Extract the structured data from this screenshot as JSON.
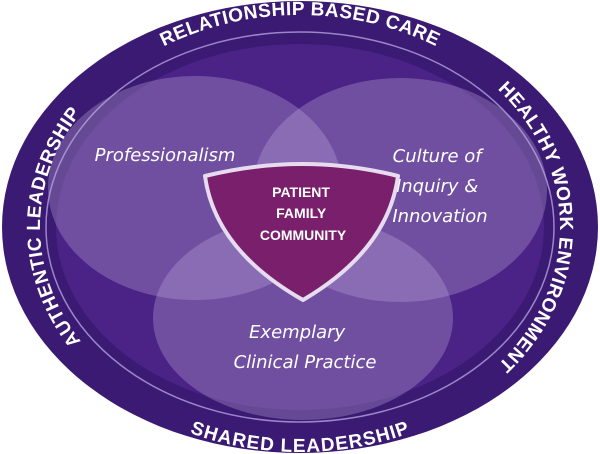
{
  "colors": {
    "outer_oval": "#3a1a72",
    "inner_oval": "#4b2285",
    "separator_line": "#9c86c9",
    "circle_fill": "#b7a3d6",
    "center_fill": "#7a1f6b",
    "center_stroke": "#e7dcef",
    "text": "#ffffff"
  },
  "ring": {
    "top": "RELATIONSHIP BASED CARE",
    "right": "HEALTHY WORK ENVIRONMENT",
    "bottom": "SHARED LEADERSHIP",
    "left": "AUTHENTIC LEADERSHIP"
  },
  "circles": {
    "left": {
      "lines": [
        "Professionalism"
      ]
    },
    "right": {
      "lines": [
        "Culture of",
        "Inquiry &",
        "Innovation"
      ]
    },
    "bottom": {
      "lines": [
        "Exemplary",
        "Clinical Practice"
      ]
    }
  },
  "center": {
    "lines": [
      "PATIENT",
      "FAMILY",
      "COMMUNITY"
    ]
  }
}
